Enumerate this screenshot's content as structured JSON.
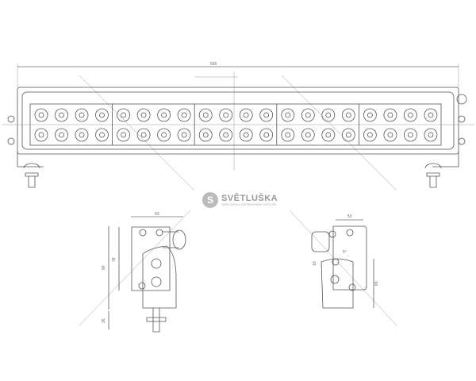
{
  "logo": {
    "letter": "S",
    "name": "SVĚTLUŠKA",
    "tagline": "VAŠE CESTA K NEPRÁVOZNÍM SVĚTLŮM"
  },
  "dimensions": {
    "overall_length": "565",
    "side_depth": "63",
    "side_inner_height": "78",
    "side_total_height": "90",
    "side_mount_height": "26",
    "rear_depth": "53",
    "rear_height": "69",
    "rear_offset": "10",
    "rear_angle": "5°"
  },
  "led_bar": {
    "segments": 5,
    "leds_per_row_per_segment": 4,
    "rows": 2
  }
}
